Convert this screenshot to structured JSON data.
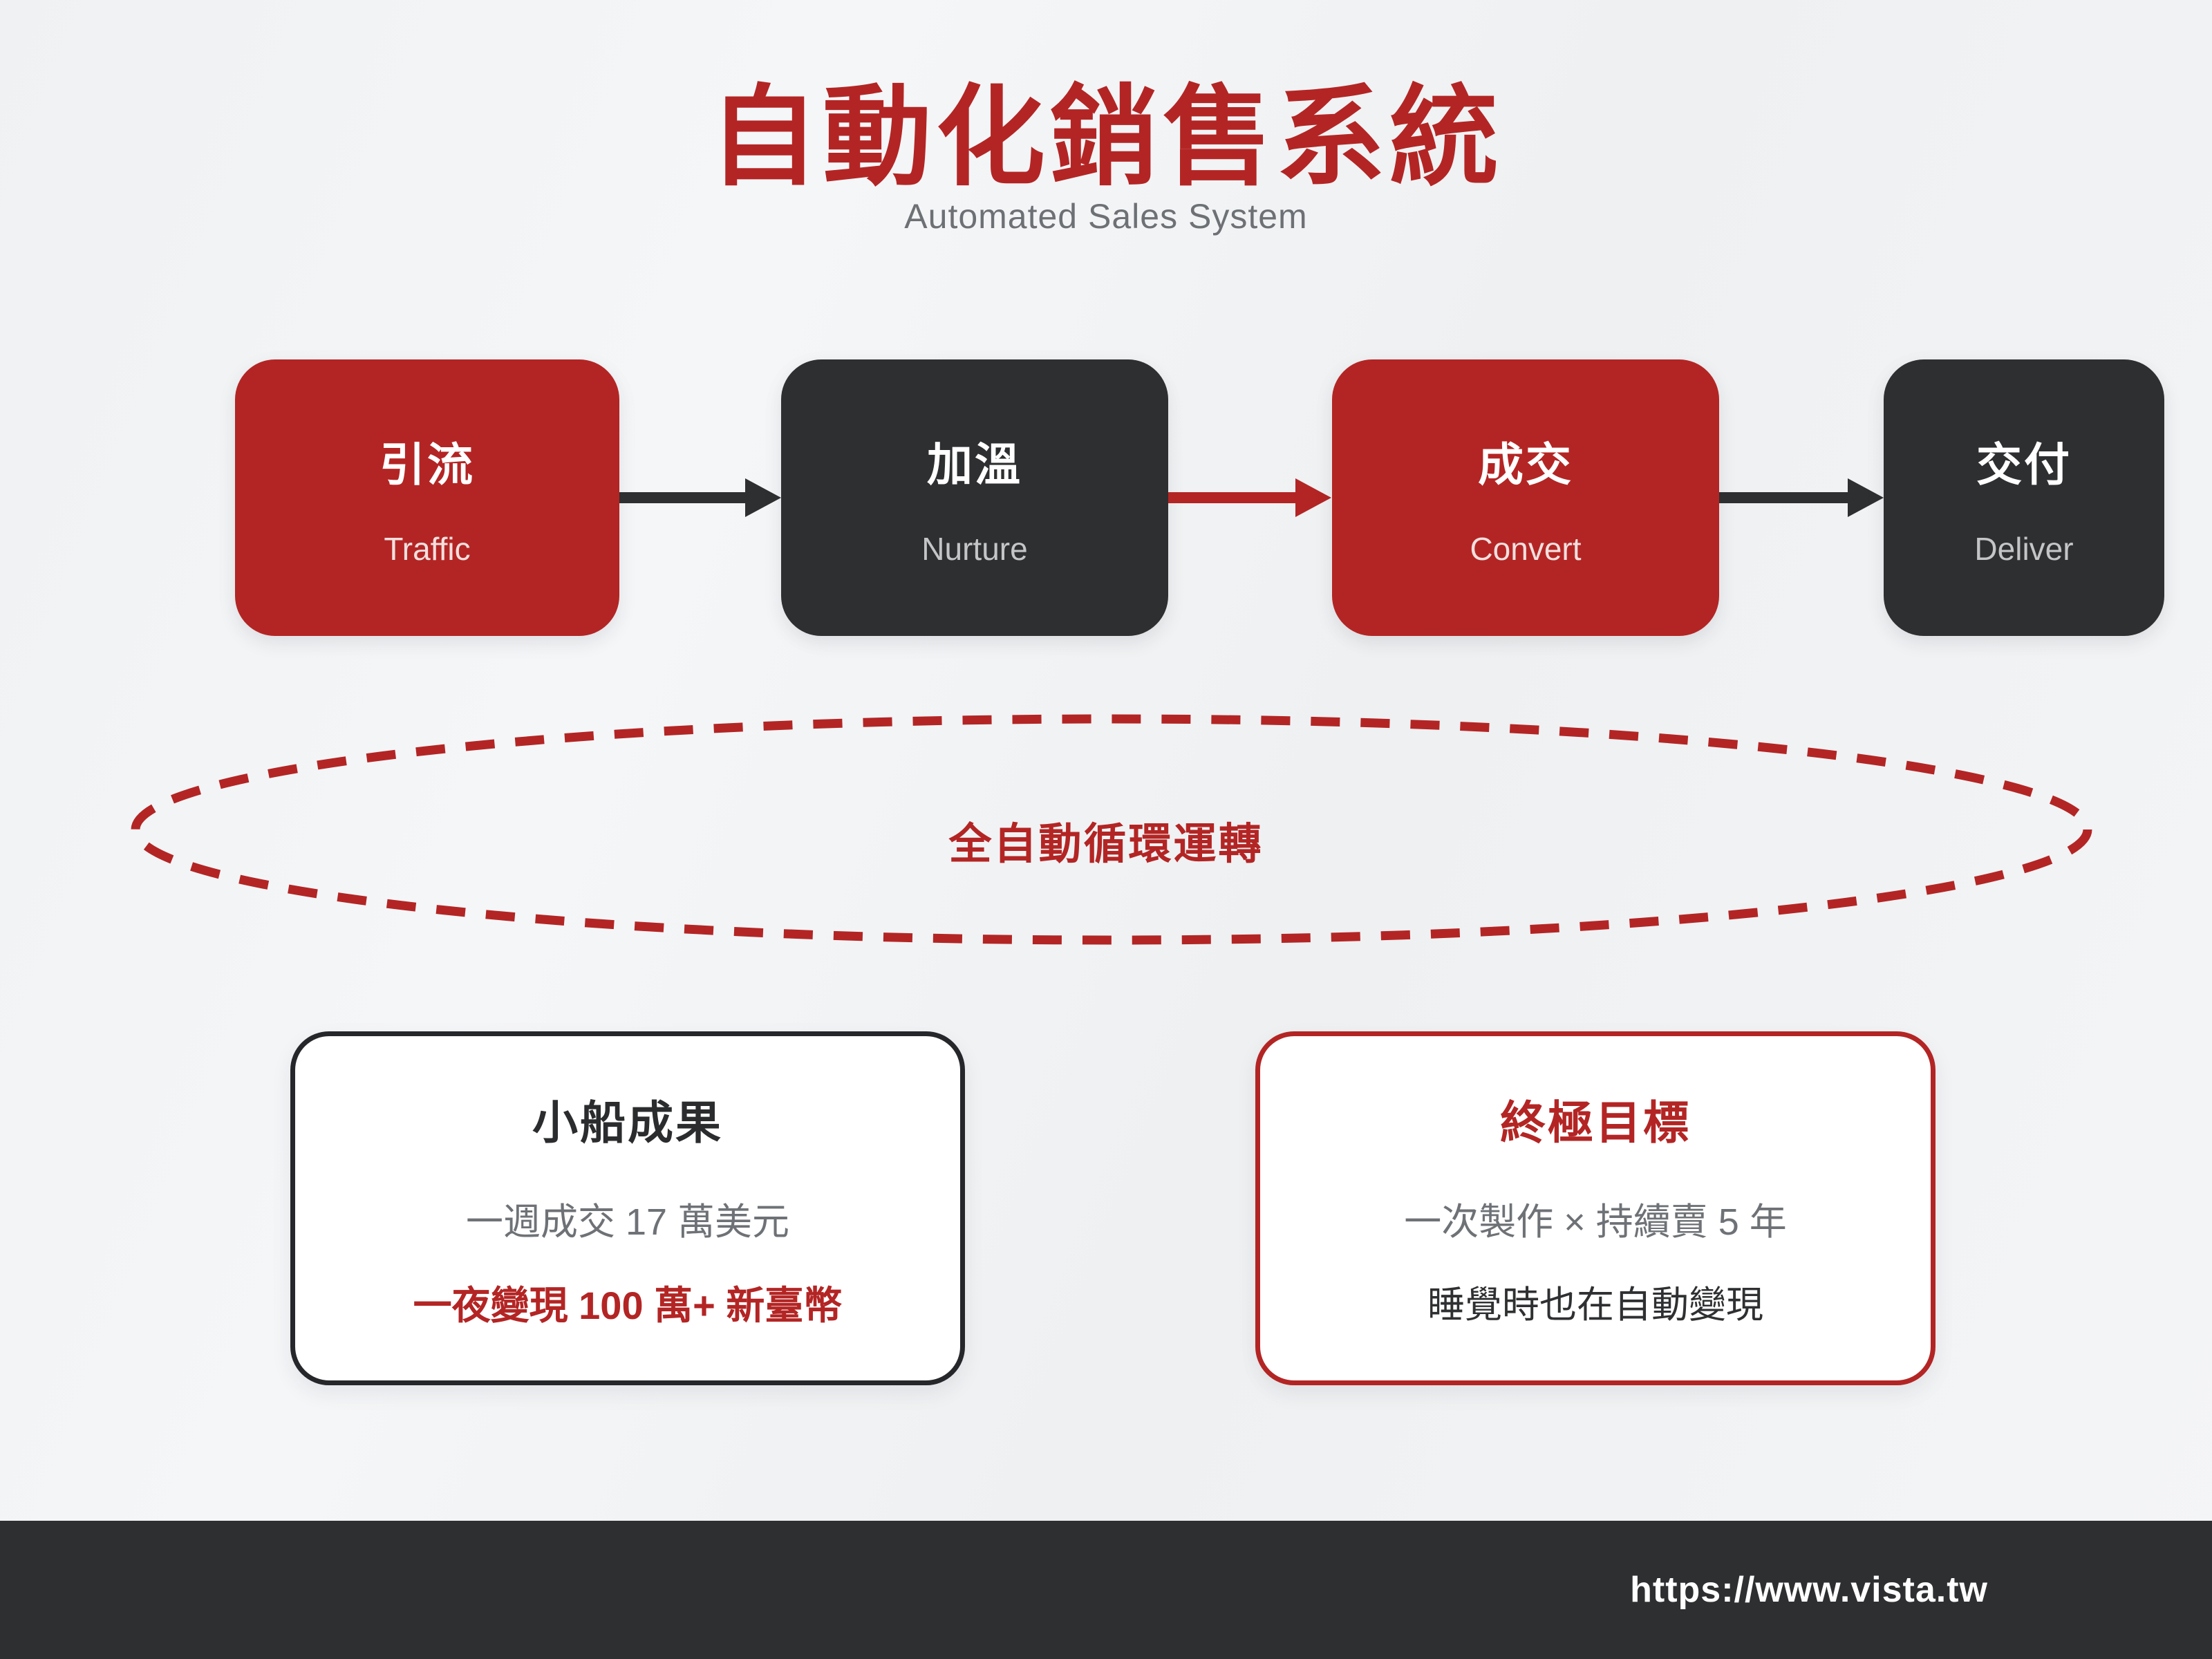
{
  "page": {
    "title": "自動化銷售系統",
    "subtitle": "Automated Sales System"
  },
  "flow": {
    "steps": [
      {
        "zh": "引流",
        "en": "Traffic",
        "variant": "red"
      },
      {
        "zh": "加溫",
        "en": "Nurture",
        "variant": "dark"
      },
      {
        "zh": "成交",
        "en": "Convert",
        "variant": "red"
      },
      {
        "zh": "交付",
        "en": "Deliver",
        "variant": "dark"
      }
    ],
    "arrows": [
      {
        "from": "引流",
        "to": "加溫",
        "color": "dark"
      },
      {
        "from": "加溫",
        "to": "成交",
        "color": "red"
      },
      {
        "from": "成交",
        "to": "交付",
        "color": "dark"
      }
    ]
  },
  "loop": {
    "label": "全自動循環運轉"
  },
  "cards": [
    {
      "title": "小船成果",
      "border": "dark",
      "lines": [
        {
          "text": "一週成交 17 萬美元",
          "style": "gray"
        },
        {
          "text": "一夜變現 100 萬+ 新臺幣",
          "style": "red-bold"
        }
      ]
    },
    {
      "title": "終極目標",
      "border": "red",
      "lines": [
        {
          "text": "一次製作 × 持續賣 5 年",
          "style": "gray"
        },
        {
          "text": "睡覺時也在自動變現",
          "style": "dark"
        }
      ]
    }
  ],
  "footer": {
    "url": "https://www.vista.tw"
  },
  "colors": {
    "red": "#b32524",
    "dark": "#2e2f31",
    "gray_text": "#6e7276",
    "bg": "#f1f3f5",
    "card_bg": "#ffffff"
  }
}
